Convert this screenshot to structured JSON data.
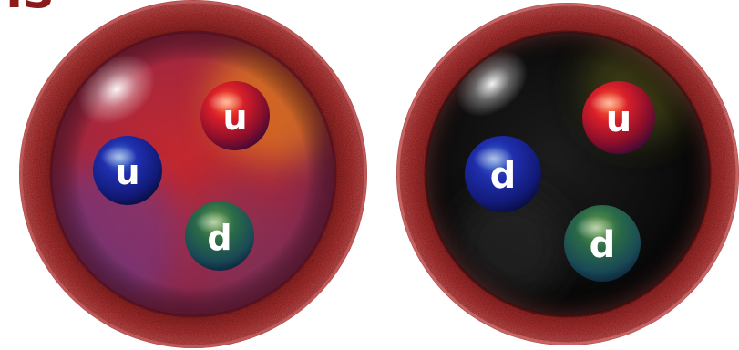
{
  "corner_text": "ıs",
  "particles": [
    {
      "id": "proton",
      "quarks": [
        {
          "label": "u",
          "color": "red"
        },
        {
          "label": "u",
          "color": "blue"
        },
        {
          "label": "d",
          "color": "green"
        }
      ]
    },
    {
      "id": "neutron",
      "quarks": [
        {
          "label": "u",
          "color": "red"
        },
        {
          "label": "d",
          "color": "blue"
        },
        {
          "label": "d",
          "color": "green"
        }
      ]
    }
  ],
  "colors": {
    "corner_text": "#8b1a1a",
    "shell": "#9e2a2a",
    "red_quark": "#b01226",
    "blue_quark": "#1a2a9a",
    "green_quark": "#1f5a3a"
  }
}
